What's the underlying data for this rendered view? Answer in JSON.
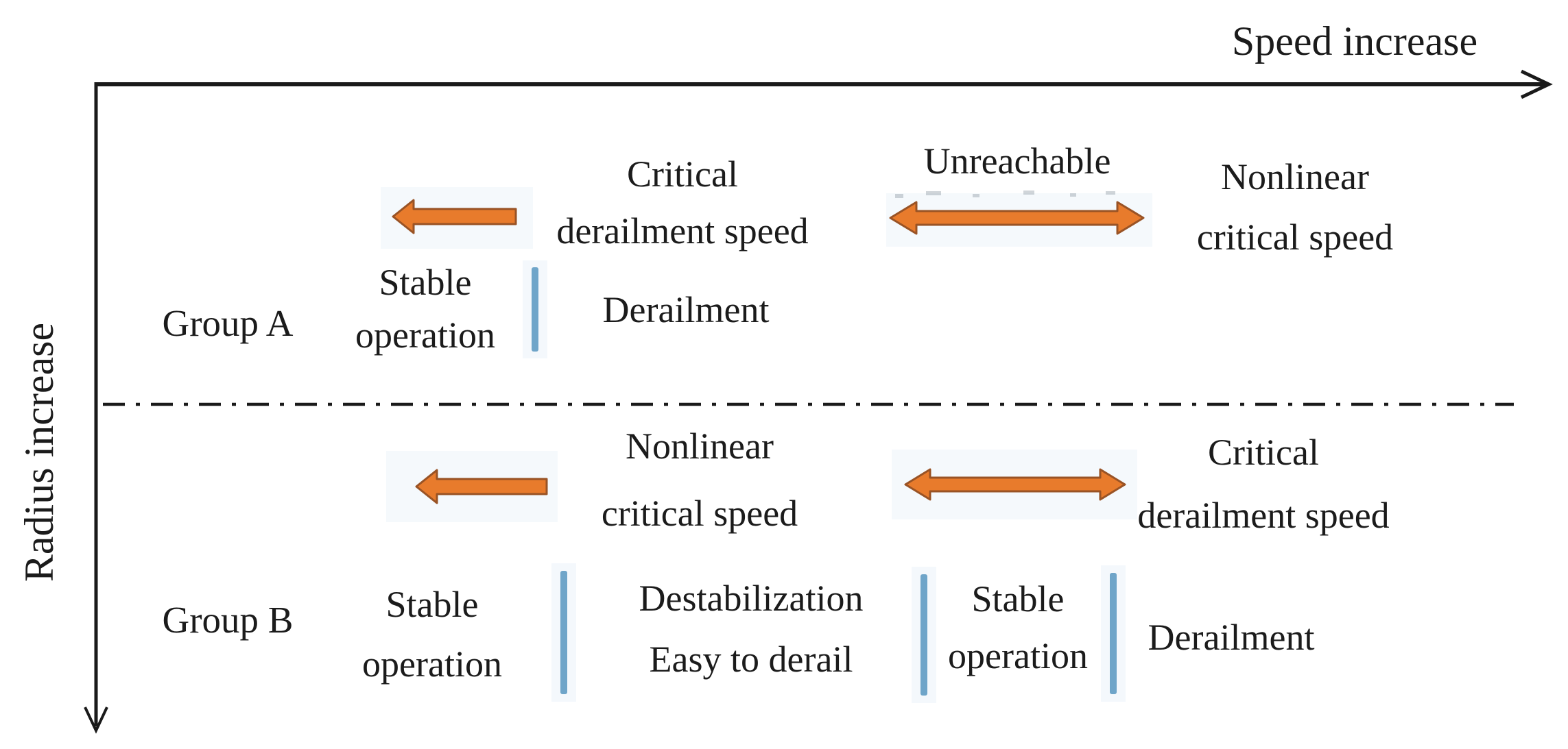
{
  "axes": {
    "top_label": "Speed increase",
    "left_label": "Radius increase"
  },
  "group_a": {
    "label": "Group A",
    "critical_derailment": {
      "line1": "Critical",
      "line2": "derailment speed"
    },
    "unreachable": "Unreachable",
    "nonlinear": {
      "line1": "Nonlinear",
      "line2": "critical speed"
    },
    "stable": {
      "line1": "Stable",
      "line2": "operation"
    },
    "derailment": "Derailment"
  },
  "group_b": {
    "label": "Group B",
    "nonlinear": {
      "line1": "Nonlinear",
      "line2": "critical speed"
    },
    "critical_derailment": {
      "line1": "Critical",
      "line2": "derailment speed"
    },
    "stable_left": {
      "line1": "Stable",
      "line2": "operation"
    },
    "destabilization": {
      "line1": "Destabilization",
      "line2": "Easy to derail"
    },
    "stable_right": {
      "line1": "Stable",
      "line2": "operation"
    },
    "derailment": "Derailment"
  },
  "colors": {
    "arrow_orange": "#e87b2c",
    "arrow_outline": "#995325",
    "bar_blue": "#6fa5c9",
    "axis_black": "#1a1a1a",
    "text_black": "#1b1b1b",
    "halo_blue": "#eef5fa",
    "artifact_gray": "#8b97a1",
    "background": "#ffffff"
  }
}
